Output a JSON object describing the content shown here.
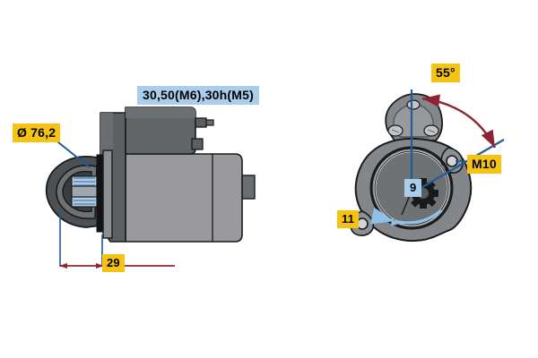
{
  "drawing": {
    "title": "Starter motor technical drawing",
    "views": [
      {
        "name": "side-view",
        "position": "left"
      },
      {
        "name": "drive-end-view",
        "position": "right"
      }
    ]
  },
  "callouts": {
    "diameter": {
      "text": "Ø 76,2",
      "style": "yellow",
      "name": "diameter-callout"
    },
    "terminals": {
      "text": "30,50(M6),30h(M5)",
      "style": "blue",
      "name": "terminal-callout"
    },
    "dim29": {
      "text": "29",
      "style": "yellow",
      "name": "dimension-29-callout"
    },
    "angle": {
      "text": "55°",
      "style": "yellow",
      "name": "angle-55-callout"
    },
    "m10": {
      "text": "M10",
      "style": "yellow",
      "name": "thread-m10-callout"
    },
    "eleven": {
      "text": "11",
      "style": "yellow",
      "name": "item-11-callout"
    },
    "nine": {
      "text": "9",
      "style": "blue",
      "name": "pinion-teeth-callout"
    }
  },
  "colors": {
    "background": "#ffffff",
    "body_light": "#9a9a9e",
    "body_mid": "#8d8d91",
    "body_dark": "#606366",
    "body_darker": "#4d5053",
    "outline": "#1a1a1a",
    "callout_yellow": "#f6c313",
    "callout_blue": "#a9cdea",
    "leader_blue": "#1f5c99",
    "dimension_red": "#8e2431",
    "arc_light_blue": "#8fc0e8",
    "pinion_blue": "#5f9fd4"
  }
}
